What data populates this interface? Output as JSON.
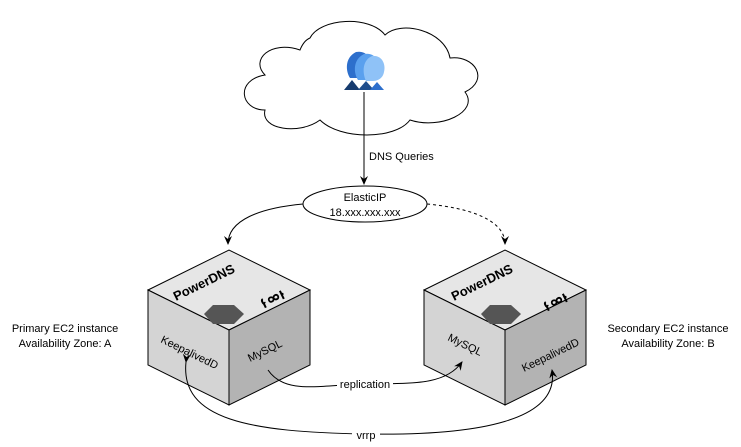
{
  "cloud": {
    "icon": "users-icon"
  },
  "queries_label": "DNS Queries",
  "elastic_ip": {
    "name": "ElasticIP",
    "address": "18.xxx.xxx.xxx"
  },
  "primary": {
    "caption_line1": "Primary EC2 instance",
    "caption_line2": "Availability Zone: A",
    "title": "PowerDNS",
    "keepalived": "KeepalivedD",
    "mysql": "MySQL"
  },
  "secondary": {
    "caption_line1": "Secondary EC2 instance",
    "caption_line2": "Availability Zone: B",
    "title": "PowerDNS",
    "keepalived": "KeepalivedD",
    "mysql": "MySQL"
  },
  "replication_label": "replication",
  "vrrp_label": "vrrp",
  "colors": {
    "cube_top": "#e6e6e6",
    "cube_left": "#d4d4d4",
    "cube_right": "#b3b3b3",
    "cube_button": "#555555",
    "icon_blue": "#4a8fe0",
    "icon_dark": "#1f4e8c"
  }
}
